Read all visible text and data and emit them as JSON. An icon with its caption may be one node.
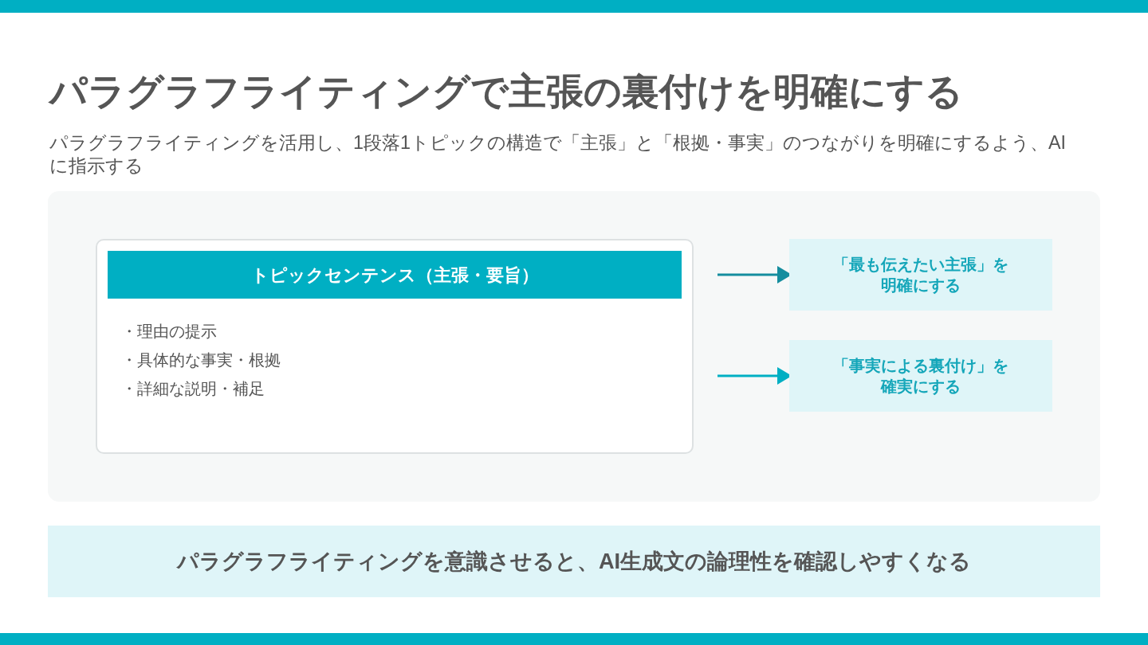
{
  "diagram": {
    "title": "パラグラフライティングで主張の裏付けを明確にする",
    "nodes": [
      {
        "text": [
          "・理由の提示",
          "・具体的な事実・根拠",
          "・詳細な説明・補足"
        ]
      },
      {
        "text": [
          "トピックセンテンス（主張・要旨）"
        ],
        "in": 0
      },
      {
        "text": [
          "「最も伝えたい主張」を明確にする"
        ]
      },
      {
        "text": [
          "「事実による裏付け」を確実にする"
        ]
      },
      {
        "text": [
          "パラグラフライティングを意識させると、AI生成文の論理性を確認しやすくなる"
        ]
      }
    ],
    "edges": [
      {
        "from": null,
        "to": 2,
        "arrow": "to",
        "color": "#158d9e"
      },
      {
        "from": null,
        "to": 3,
        "arrow": "to"
      }
    ],
    "labels": [
      "パラグラフライティングを活用し、1段落1トピックの構造で「主張」と「根拠・事実」のつながりを明確にするよう、AIに指示する"
    ]
  }
}
